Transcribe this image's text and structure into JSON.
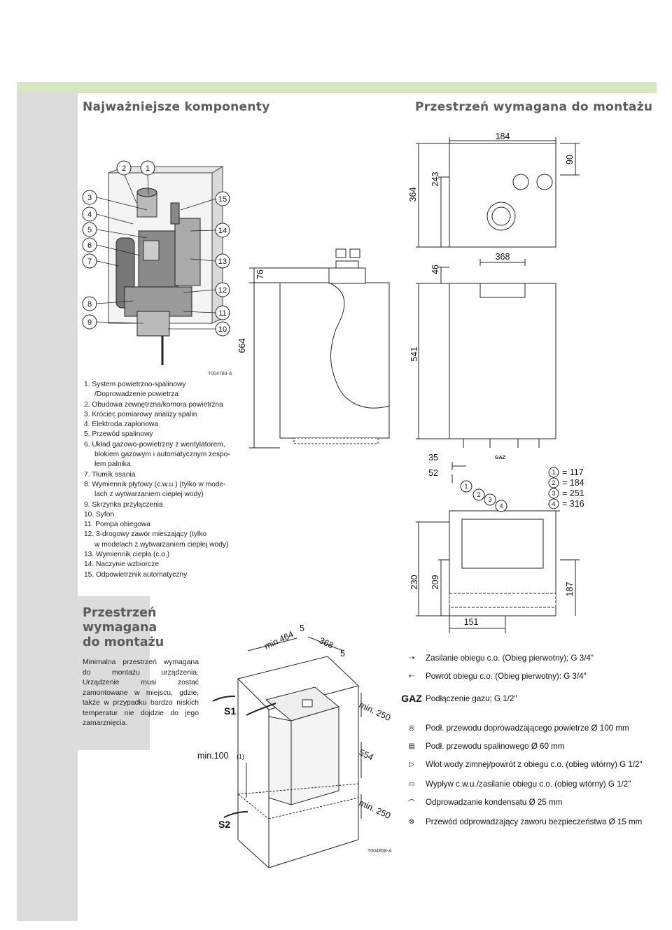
{
  "header": {
    "left_title": "Najważniejsze komponenty",
    "right_title": "Przestrzeń wymagana do montażu"
  },
  "components": [
    "1. System powietrzno-spalinowy",
    "/Doprowadzenie powietrza",
    "2. Obudowa zewnętrzna/komora powietrzna",
    "3. Króciec pomiarowy analizy spalin",
    "4. Elektroda zapłonowa",
    "5. Przewód spalinowy",
    "6. Układ gazowo-powietrzny z wentylatorem,",
    "blokiem gazowym i automatycznym zespo-",
    "łem palnika",
    "7. Tłumik ssania",
    "8. Wymiennik płytowy (c.w.u.) (tylko w mode-",
    "lach z wytwarzaniem ciepłej wody)",
    "9. Skrzynka przyłączenia",
    "10. Syfon",
    "11. Pompa obiegowa",
    "12. 3-drogowy zawór mieszający (tylko",
    "w modelach z wytwarzaniem ciepłej wody)",
    "13. Wymiennik ciepła (c.o.)",
    "14. Naczynie wzbiorcze",
    "15. Odpowietrznik automatyczny"
  ],
  "side": {
    "title_l1": "Przestrzeń",
    "title_l2": "wymagana",
    "title_l3": "do montażu",
    "text": "Minimalna przestrzeń wymagana do montażu urządzenia. Urządzenie musi zostać zamontowane w miejscu, gdzie, także w przypadku bardzo niskich temperatur nie dojdzie do jego zamarznięcia."
  },
  "codes": {
    "fig1": "T004783-A",
    "fig2": "T004858-A"
  },
  "callouts": {
    "left": [
      "3",
      "4",
      "5",
      "6",
      "7",
      "8",
      "9"
    ],
    "top": [
      "2",
      "1"
    ],
    "right": [
      "15",
      "14",
      "13",
      "12",
      "11",
      "10"
    ]
  },
  "dims": {
    "d184": "184",
    "d90": "90",
    "d364": "364",
    "d243": "243",
    "d368": "368",
    "d46": "46",
    "d76": "76",
    "d664": "664",
    "d541": "541",
    "d35": "35",
    "d52": "52",
    "d230": "230",
    "d209": "209",
    "d187": "187",
    "d151": "151",
    "gaz": "GAZ"
  },
  "conn": {
    "c1": "1",
    "c2": "2",
    "c3": "3",
    "c4": "4",
    "v1": "= 117",
    "v2": "= 184",
    "v3": "= 251",
    "v4": "= 316"
  },
  "space": {
    "min464": "min.464",
    "five_a": "5",
    "n368": "368",
    "five_b": "5",
    "min250a": "min. 250",
    "n554": "554",
    "min250b": "min. 250",
    "min100": "min.100",
    "note1": "(1)",
    "s1": "S1",
    "s2": "S2"
  },
  "legend": {
    "r1": "Zasilanie obiegu c.o. (Obieg pierwotny); G 3/4\"",
    "r2": "Powrót obiegu c.o. (Obieg pierwotny): G 3/4\"",
    "r3_label": "GAZ",
    "r3": "Podłączenie gazu; G 1/2\"",
    "r4": "Podł. przewodu doprowadzającego powietrze Ø 100 mm",
    "r5": "Podł. przewodu spalinowego Ø 60 mm",
    "r6": "Wlot wody zimnej/powrót z obiegu c.o. (obieg wtórny) G 1/2\"",
    "r7": "Wypływ c.w.u./zasilanie obiegu c.o. (obieg wtórny) G 1/2\"",
    "r8": "Odprowadzanie kondensatu Ø 25 mm",
    "r9": "Przewód odprowadzający zaworu bezpieczeństwa Ø 15 mm"
  }
}
